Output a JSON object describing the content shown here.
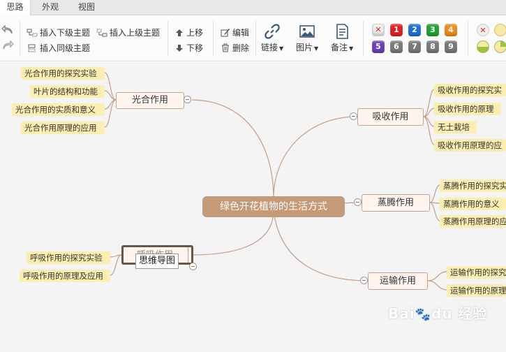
{
  "tabs": [
    {
      "label": "思路",
      "active": true
    },
    {
      "label": "外观",
      "active": false
    },
    {
      "label": "视图",
      "active": false
    }
  ],
  "toolbar": {
    "insert_child": "插入下级主题",
    "insert_parent": "插入上级主题",
    "insert_sibling": "插入同级主题",
    "move_up": "上移",
    "move_down": "下移",
    "edit": "编辑",
    "delete": "删除",
    "link": "链接",
    "image": "图片",
    "note": "备注",
    "priority_icons": [
      {
        "label": "",
        "color": "#e8e8e8",
        "icon": "x-icon"
      },
      {
        "label": "1",
        "color": "#e02020"
      },
      {
        "label": "2",
        "color": "#1e6fd9"
      },
      {
        "label": "3",
        "color": "#22a134"
      },
      {
        "label": "4",
        "color": "#f08a1a"
      },
      {
        "label": "5",
        "color": "#6a3fc0"
      },
      {
        "label": "6",
        "color": "#7a7a7a"
      },
      {
        "label": "7",
        "color": "#7a7a7a"
      },
      {
        "label": "8",
        "color": "#7a7a7a"
      },
      {
        "label": "9",
        "color": "#7a7a7a"
      }
    ],
    "progress_icons": [
      "x-icon",
      "empty-circle-icon",
      "quarter-progress-icon",
      "half-progress-icon"
    ]
  },
  "mindmap": {
    "root": "绿色开花植物的生活方式",
    "branches": {
      "photosynthesis": {
        "title": "光合作用",
        "children": [
          "光合作用的探究实验",
          "叶片的结构和功能",
          "光合作用的实质和意义",
          "光合作用原理的应用"
        ]
      },
      "absorption": {
        "title": "吸收作用",
        "children": [
          "吸收作用的探究实",
          "吸收作用的原理",
          "无土栽培",
          "吸收作用原理的应"
        ]
      },
      "transpiration": {
        "title": "蒸腾作用",
        "children": [
          "蒸腾作用的探究实",
          "蒸腾作用的意义",
          "蒸腾作用原理的应"
        ]
      },
      "respiration": {
        "title": "呼吸作用",
        "children": [
          "呼吸作用的探究实验",
          "呼吸作用的原理及应用"
        ],
        "editing_text": "思维导图"
      },
      "transport": {
        "title": "运输作用",
        "children": [
          "运输作用的探究",
          "运输作用的原理"
        ]
      }
    }
  },
  "colors": {
    "root_fill": "#c49a78",
    "main_border": "#c4a48c",
    "sub_fill": "#fbeeb0",
    "link": "#c49d86",
    "canvas": "#f4f4f4"
  }
}
